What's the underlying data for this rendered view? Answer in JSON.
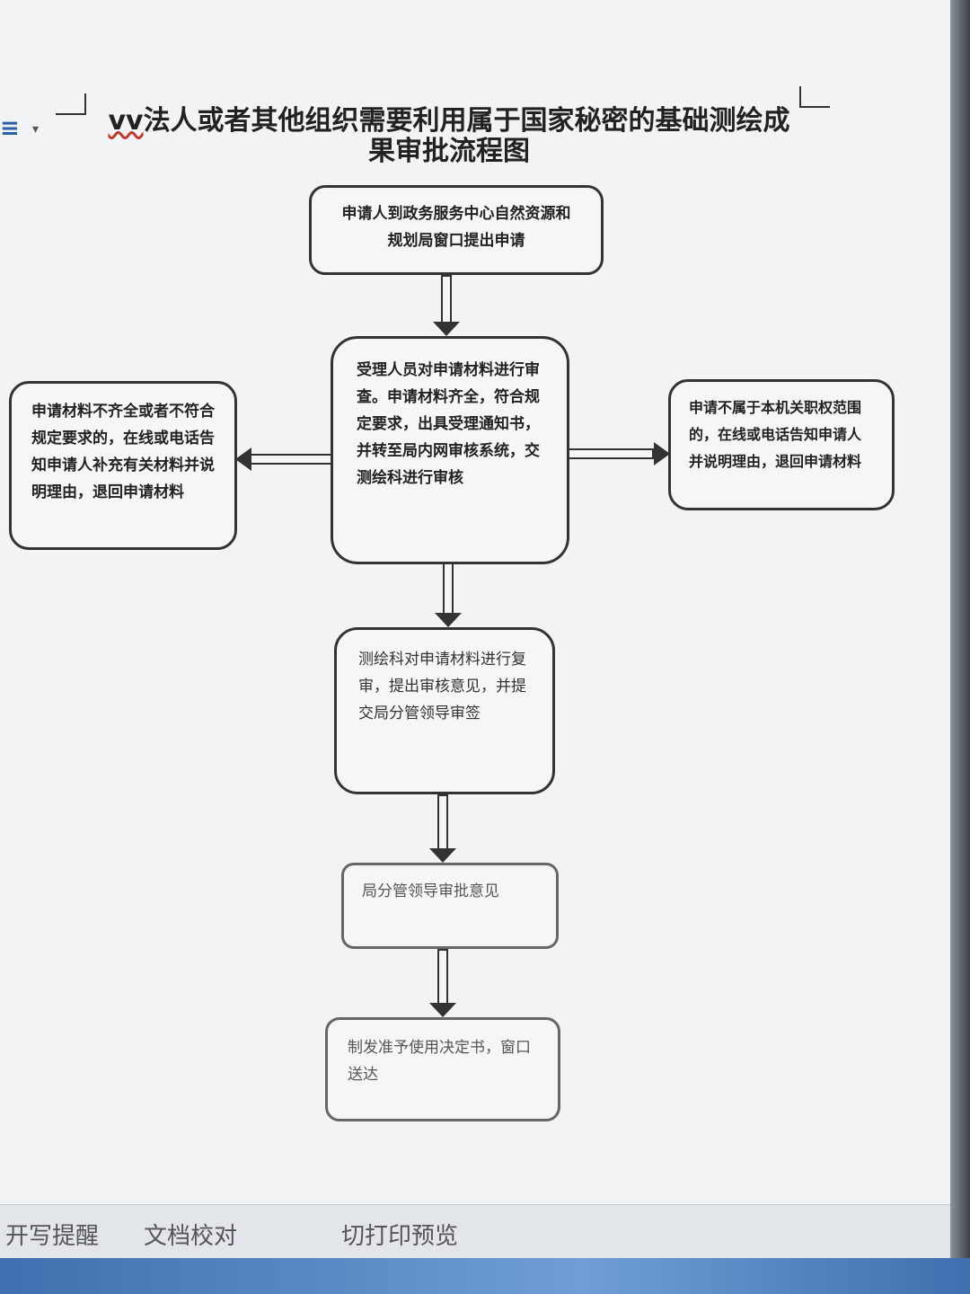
{
  "title": {
    "prefix": "vv",
    "line1": "法人或者其他组织需要利用属于国家秘密的基础测绘成",
    "line2": "果审批流程图"
  },
  "nodes": {
    "start": "申请人到政务服务中心自然资源和规划局窗口提出申请",
    "review": "受理人员对申请材料进行审查。申请材料齐全，符合规定要求，出具受理通知书，并转至局内网审核系统，交测绘科进行审核",
    "incomplete": "申请材料不齐全或者不符合规定要求的，在线或电话告知申请人补充有关材料并说明理由，退回申请材料",
    "out_of_scope": "申请不属于本机关职权范围的，在线或电话告知申请人并说明理由，退回申请材料",
    "survey_review": "测绘科对申请材料进行复审，提出审核意见，并提交局分管领导审签",
    "leader_opinion": "局分管领导审批意见",
    "final": "制发准予使用决定书，窗口送达"
  },
  "taskbar": {
    "item1": "开写提醒",
    "item2": "文档校对",
    "item3": "切打印预览"
  },
  "icons": {
    "app": "app-icon",
    "arrow": "dropdown-arrow-icon"
  },
  "colors": {
    "page": "#f1f3f5",
    "stroke": "#333333",
    "taskbar_strip": "#3f6fae"
  }
}
